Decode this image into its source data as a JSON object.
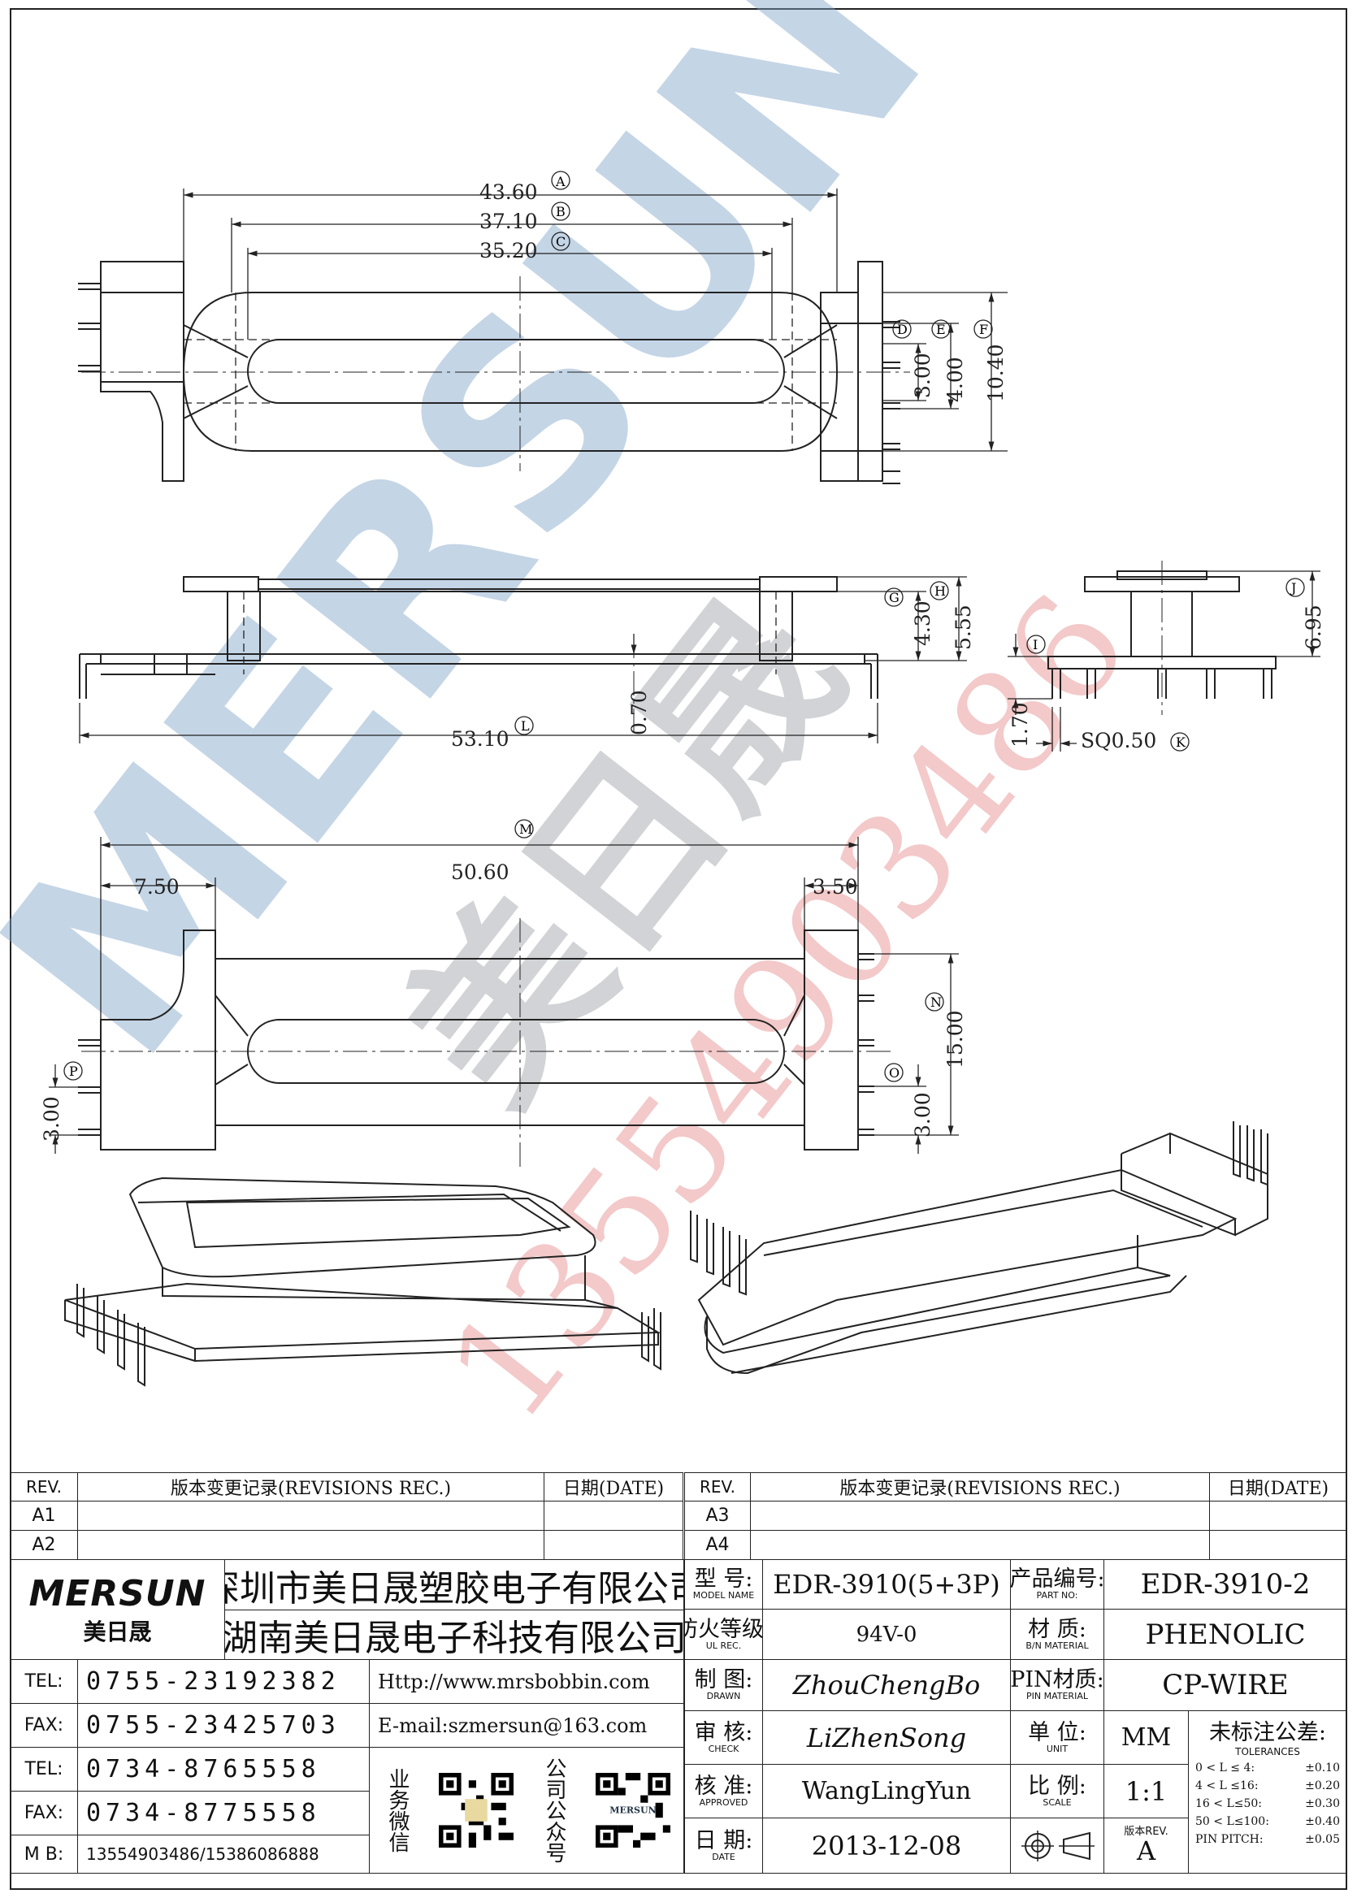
{
  "dims": {
    "A": {
      "value": "43.60",
      "tag": "A"
    },
    "B": {
      "value": "37.10",
      "tag": "B"
    },
    "C": {
      "value": "35.20",
      "tag": "C"
    },
    "D": {
      "value": "3.00",
      "tag": "D"
    },
    "E": {
      "value": "4.00",
      "tag": "E"
    },
    "F": {
      "value": "10.40",
      "tag": "F"
    },
    "G": {
      "value": "4.30",
      "tag": "G"
    },
    "H": {
      "value": "5.55",
      "tag": "H"
    },
    "I": {
      "value": "1.70",
      "tag": "I"
    },
    "J": {
      "value": "6.95",
      "tag": "J"
    },
    "K": {
      "value": "SQ0.50",
      "tag": "K"
    },
    "L": {
      "value": "53.10",
      "tag": "L"
    },
    "M": {
      "value": "50.60",
      "tag": "M"
    },
    "N": {
      "value": "15.00",
      "tag": "N"
    },
    "O": {
      "value": "3.00",
      "tag": "O"
    },
    "P": {
      "value": "3.00",
      "tag": "P"
    },
    "d_070": "0.70",
    "d_750": "7.50",
    "d_350": "3.50"
  },
  "watermark": {
    "brand": "MERSUN",
    "brand_cn": "美日晟",
    "phone": "13554903486"
  },
  "revisions_left": {
    "header_rev": "REV.",
    "header_rec": "版本变更记录(REVISIONS REC.)",
    "header_date": "日期(DATE)",
    "rows": [
      "A1",
      "A2"
    ]
  },
  "revisions_right": {
    "header_rev": "REV.",
    "header_rec": "版本变更记录(REVISIONS REC.)",
    "header_date": "日期(DATE)",
    "rows": [
      "A3",
      "A4"
    ]
  },
  "company": {
    "logo": "MERSUN",
    "logo_cn": "美日晟",
    "name1": "深圳市美日晟塑胶电子有限公司",
    "name2": "湖南美日晟电子科技有限公司"
  },
  "contacts": [
    {
      "label": "TEL:",
      "value": "0755-23192382"
    },
    {
      "label": "FAX:",
      "value": "0755-23425703"
    },
    {
      "label": "TEL:",
      "value": "0734-8765558"
    },
    {
      "label": "FAX:",
      "value": "0734-8775558"
    },
    {
      "label": "M B:",
      "value": "13554903486/15386086888"
    }
  ],
  "web": {
    "http": "Http://www.mrsbobbin.com",
    "email": "E-mail:szmersun@163.com",
    "qr1_label": "业务微信",
    "qr2_label": "公司公众号",
    "qr_logo": "MERSUN"
  },
  "spec": {
    "model_label_cn": "型 号:",
    "model_label_en": "MODEL NAME",
    "model": "EDR-3910(5+3P)",
    "partno_label_cn": "产品编号:",
    "partno_label_en": "PART NO:",
    "partno": "EDR-3910-2",
    "ul_label_cn": "防火等级:",
    "ul_label_en": "UL REC.",
    "ul": "94V-0",
    "material_label_cn": "材 质:",
    "material_label_en": "B/N MATERIAL",
    "material": "PHENOLIC",
    "drawn_label_cn": "制 图:",
    "drawn_label_en": "DRAWN",
    "drawn": "ZhouChengBo",
    "pinmat_label_cn": "PIN材质:",
    "pinmat_label_en": "PIN MATERIAL",
    "pinmat": "CP-WIRE",
    "check_label_cn": "审 核:",
    "check_label_en": "CHECK",
    "check": "LiZhenSong",
    "unit_label_cn": "单 位:",
    "unit_label_en": "UNIT",
    "unit": "MM",
    "approved_label_cn": "核 准:",
    "approved_label_en": "APPROVED",
    "approved": "WangLingYun",
    "scale_label_cn": "比 例:",
    "scale_label_en": "SCALE",
    "scale": "1:1",
    "date_label_cn": "日 期:",
    "date_label_en": "DATE",
    "date": "2013-12-08",
    "rev_label": "版本REV.",
    "rev": "A",
    "tol_label_cn": "未标注公差:",
    "tol_label_en": "TOLERANCES",
    "tolerances": [
      {
        "range": "0 < L ≤ 4:",
        "tol": "±0.10"
      },
      {
        "range": "4 < L ≤16:",
        "tol": "±0.20"
      },
      {
        "range": "16 < L≤50:",
        "tol": "±0.30"
      },
      {
        "range": "50 < L≤100:",
        "tol": "±0.40"
      },
      {
        "range": "PIN PITCH:",
        "tol": "±0.05"
      }
    ]
  }
}
